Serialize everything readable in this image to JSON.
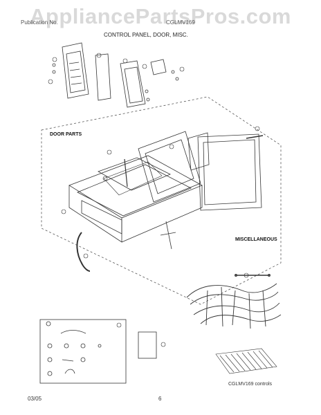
{
  "watermark": "AppliancePartsPros.com",
  "header": {
    "publication": "Publication No.",
    "model": "CGLMV169",
    "section_title": "CONTROL PANEL, DOOR, MISC."
  },
  "labels": {
    "door_parts": "DOOR PARTS",
    "miscellaneous": "MISCELLANEOUS",
    "controls_caption": "CGLMV169 controls"
  },
  "footer": {
    "date": "03/05",
    "page": "6"
  }
}
